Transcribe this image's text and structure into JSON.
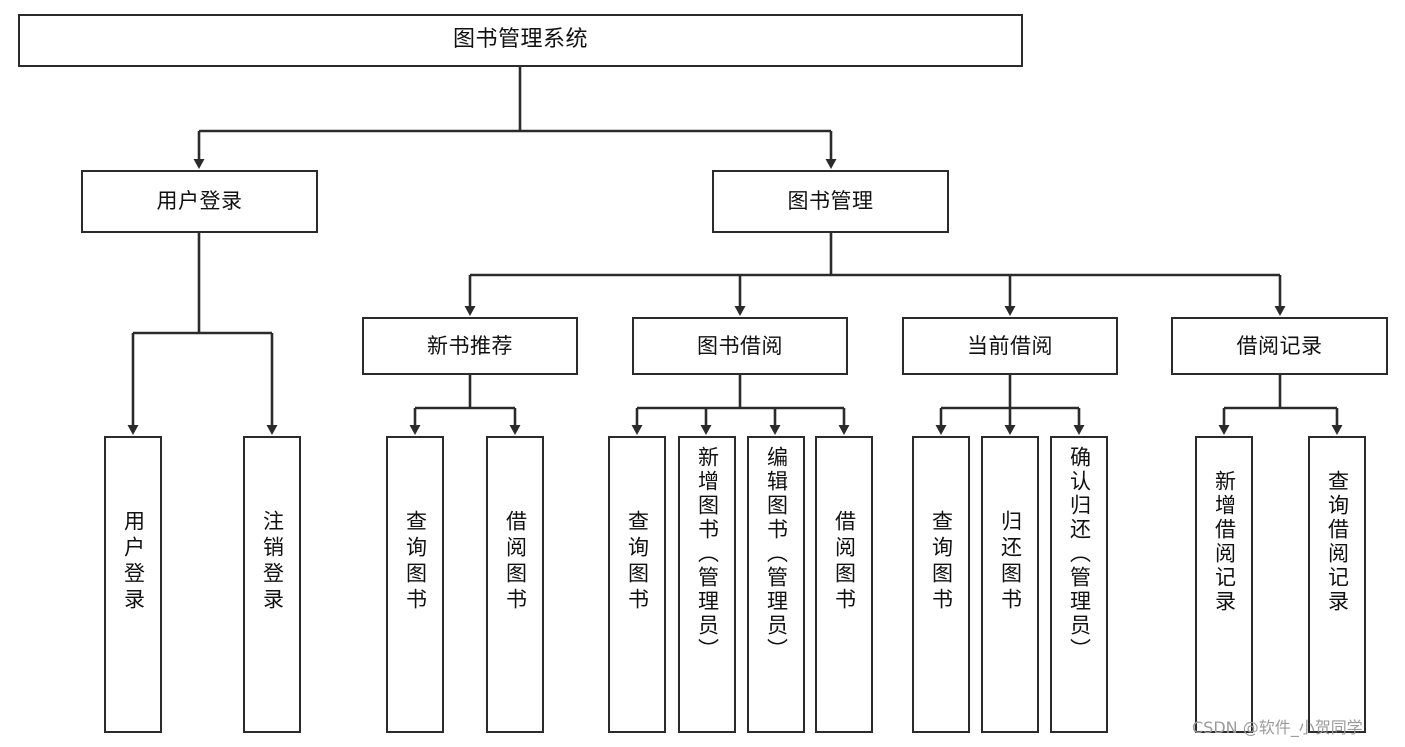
{
  "diagram": {
    "title": "图书管理系统",
    "type": "hierarchy-tree",
    "colors": {
      "stroke": "#2b2b2b",
      "fill": "#ffffff",
      "text": "#111111",
      "watermark": "#9b9b9b"
    },
    "root": {
      "label": "图书管理系统"
    },
    "level2": [
      {
        "label": "用户登录"
      },
      {
        "label": "图书管理"
      }
    ],
    "level3": [
      {
        "label": "新书推荐"
      },
      {
        "label": "图书借阅"
      },
      {
        "label": "当前借阅"
      },
      {
        "label": "借阅记录"
      }
    ],
    "leaves": {
      "user_login": [
        {
          "label": "用户登录"
        },
        {
          "label": "注销登录"
        }
      ],
      "new_book_recommend": [
        {
          "label": "查询图书"
        },
        {
          "label": "借阅图书"
        }
      ],
      "book_borrow": [
        {
          "label": "查询图书"
        },
        {
          "label": "新增图书（管理员）"
        },
        {
          "label": "编辑图书（管理员）"
        },
        {
          "label": "借阅图书"
        }
      ],
      "current_borrow": [
        {
          "label": "查询图书"
        },
        {
          "label": "归还图书"
        },
        {
          "label": "确认归还（管理员）"
        }
      ],
      "borrow_record": [
        {
          "label": "新增借阅记录"
        },
        {
          "label": "查询借阅记录"
        }
      ]
    }
  },
  "watermark": {
    "text": "CSDN @软件_小贺同学"
  }
}
